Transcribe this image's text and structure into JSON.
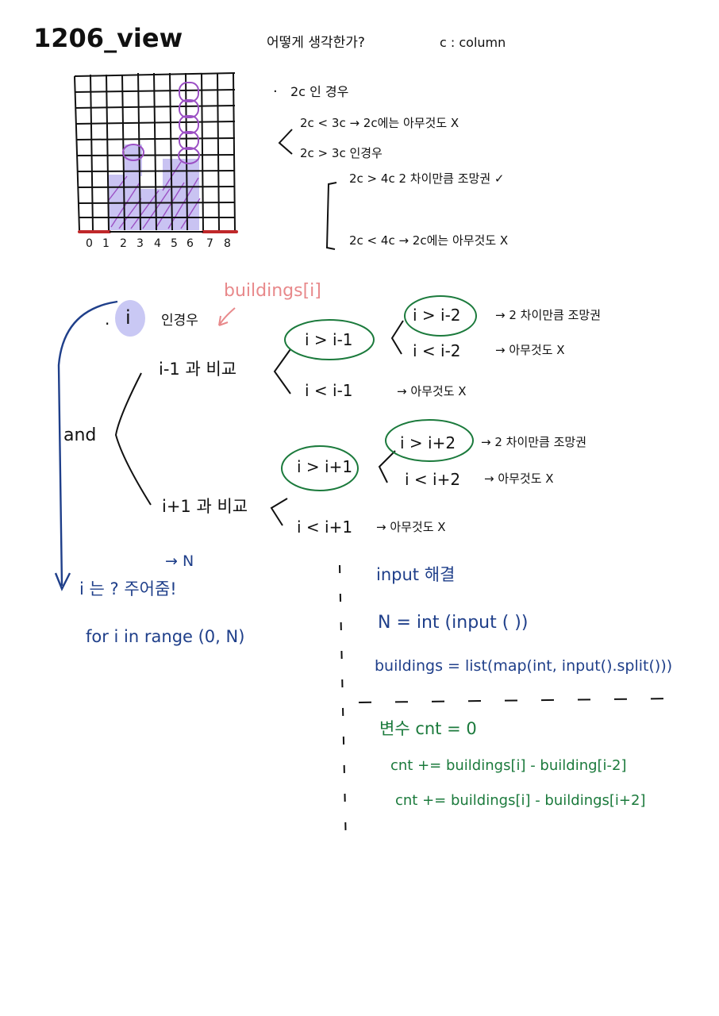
{
  "title": "1206_view",
  "question": "어떻게 생각한가?",
  "c_def": "c : column",
  "grid_axis": [
    "0",
    "1",
    "2",
    "3",
    "4",
    "5",
    "6",
    "7",
    "8"
  ],
  "case_2c": {
    "heading": "2c 인 경우",
    "line1": "2c < 3c  →  2c에는 아무것도 X",
    "line2": "2c > 3c 인경우",
    "sub1": "2c > 4c   2 차이만큼 조망권 ✓",
    "sub2": "2c < 4c  → 2c에는 아무것도 X"
  },
  "buildings_label": "buildings[i]",
  "i_label": "i",
  "i_case": "인경우",
  "and_label": "and",
  "compare_prev": "i-1 과  비교",
  "compare_next": "i+1 과  비교",
  "prev_gt": "i > i-1",
  "prev_gt_a": "i > i-2",
  "prev_gt_a_result": "→ 2 차이만큼 조망권",
  "prev_gt_b": "i < i-2",
  "prev_gt_b_result": "→ 아무것도 X",
  "prev_lt": "i < i-1",
  "prev_lt_result": "→  아무것도 X",
  "next_gt": "i > i+1",
  "next_gt_a": "i > i+2",
  "next_gt_a_result": "→ 2 차이만큼 조망권",
  "next_gt_b": "i < i+2",
  "next_gt_b_result": "→   아무것도 X",
  "next_lt": "i < i+1",
  "next_lt_result": "→  아무것도 X",
  "i_question": "i 는 ?  주어줌!",
  "n_note": "→ N",
  "for_loop": "for   i   in range (0, N)",
  "input_title": "input 해결",
  "input_line1": "N = int (input ( ))",
  "input_line2": "buildings = list(map(int, input().split()))",
  "var_title": "변수  cnt = 0",
  "var_line1": "cnt  += buildings[i] - building[i-2]",
  "var_line2": "cnt  += buildings[i] - buildings[i+2]",
  "colors": {
    "ink": "#111111",
    "blue": "#1f3f8a",
    "green": "#1b7a3c",
    "pink": "#e8898b",
    "purple": "#9b4fc4",
    "fill": "#c9c3f2",
    "red": "#c0282a"
  }
}
